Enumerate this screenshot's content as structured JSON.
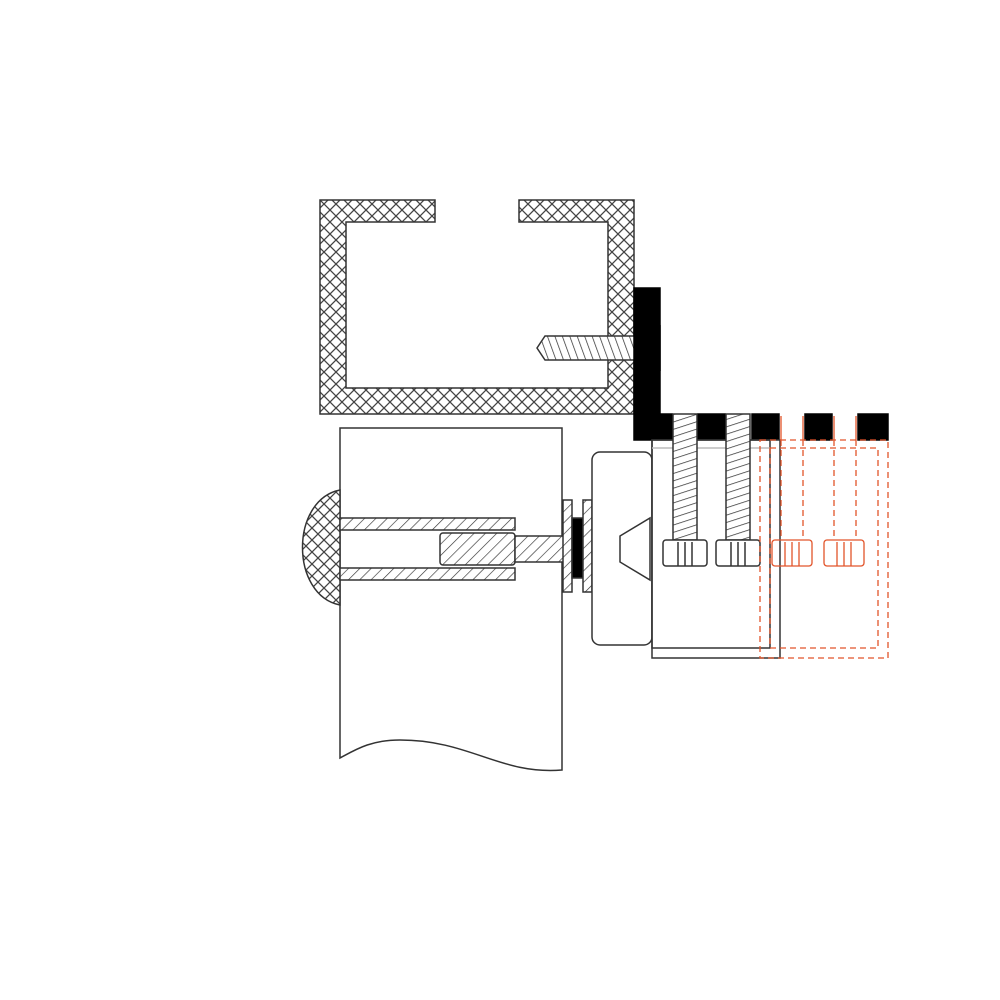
{
  "diagram": {
    "title": "",
    "colors": {
      "line": "#333333",
      "bracket": "#000000",
      "alternate_position": "#e2542a",
      "background": "#ffffff"
    },
    "parts": [
      "c-channel",
      "l-bracket",
      "self-tapping-screw",
      "glass-panel",
      "dome-cap",
      "sleeve",
      "bolt",
      "washers",
      "gasket",
      "standoff-block",
      "clamp-body",
      "clamp-screws",
      "alternate-clamp-position"
    ]
  }
}
